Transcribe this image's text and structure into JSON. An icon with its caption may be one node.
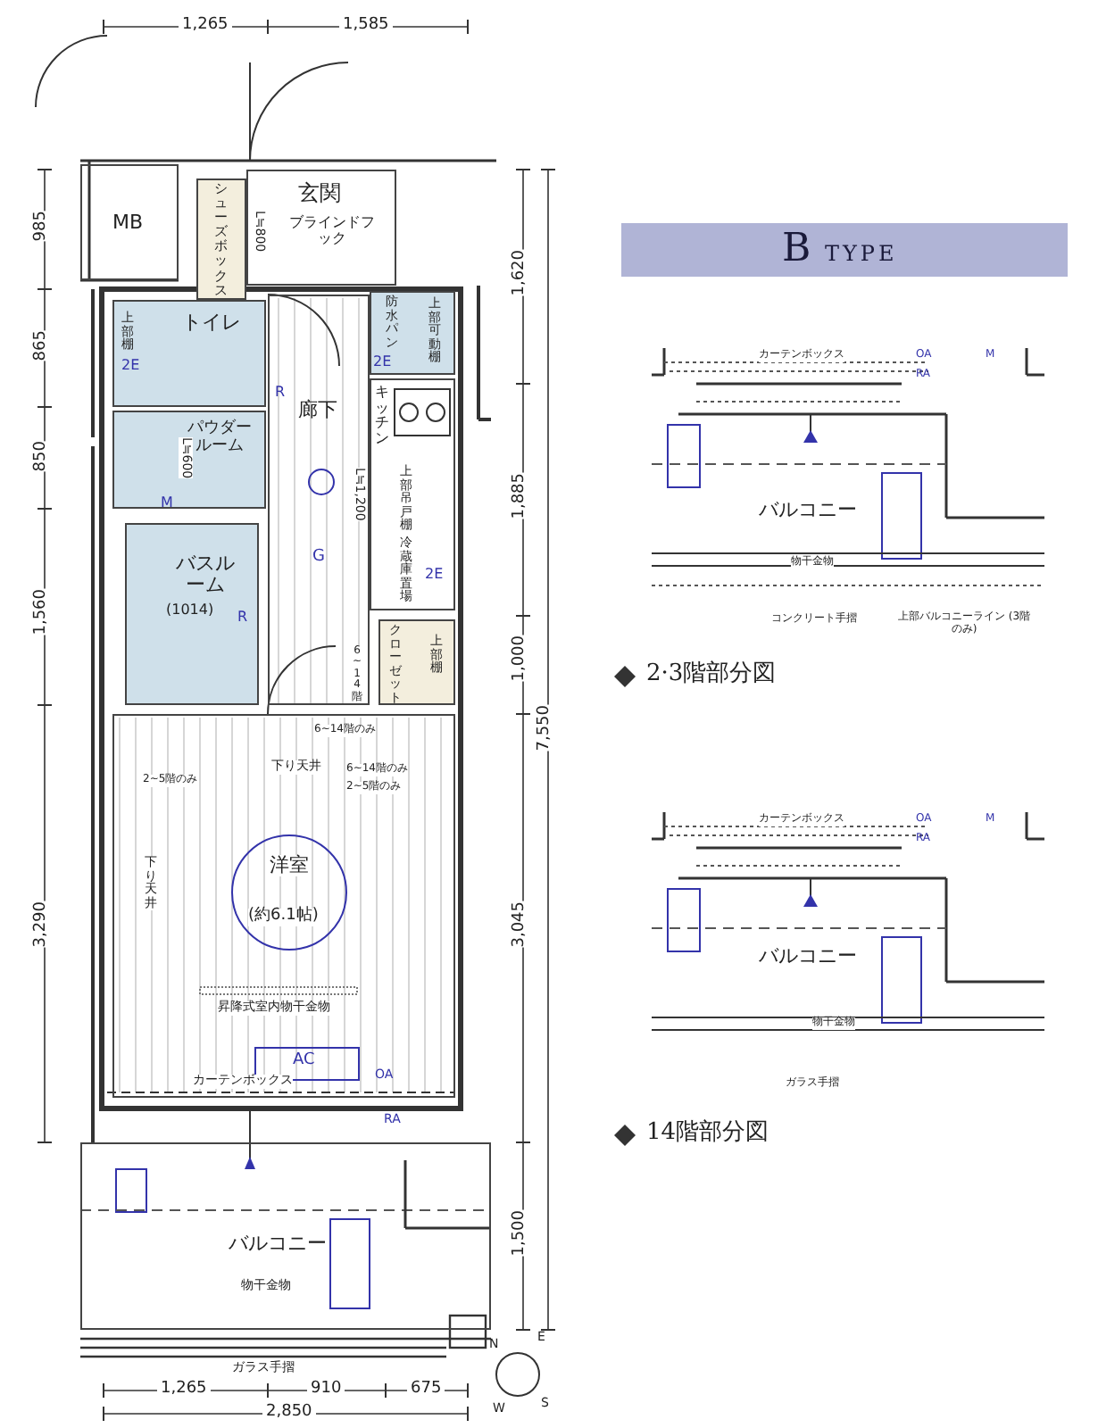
{
  "diagram": {
    "nodes": [
      {
        "text": [
          "MB"
        ]
      },
      {
        "text": [
          "シューズボックス"
        ]
      },
      {
        "text": [
          "玄関",
          "ブラインドフック"
        ]
      },
      {
        "text": [
          "上部棚",
          "トイレ"
        ]
      },
      {
        "text": [
          "防水パン",
          "上部可動棚"
        ]
      },
      {
        "text": [
          "パウダールーム"
        ]
      },
      {
        "text": [
          "廊下"
        ]
      },
      {
        "text": [
          "キッチン",
          "上部吊戸棚",
          "冷蔵庫置場"
        ]
      },
      {
        "text": [
          "バスルーム",
          "(1014)"
        ]
      },
      {
        "text": [
          "クローゼット",
          "上部棚"
        ]
      },
      {
        "text": [
          "洋室",
          "(約6.1帖)"
        ]
      },
      {
        "text": [
          "バルコニー"
        ]
      },
      {
        "text": [
          "B TYPE"
        ]
      }
    ],
    "labels": [
      "1,265",
      "1,585",
      "985",
      "865",
      "850",
      "1,560",
      "3,290",
      "1,620",
      "1,885",
      "1,000",
      "7,550",
      "3,045",
      "1,500",
      "1,265",
      "910",
      "675",
      "2,850",
      "L≒800",
      "L≒600",
      "L≒1,200",
      "R",
      "R",
      "M",
      "G",
      "2E",
      "2E",
      "2E",
      "6~14階",
      "6~14階のみ",
      "下り天井",
      "2~5階のみ",
      "6~14階のみ",
      "2~5階のみ",
      "下り天井",
      "昇降式室内物干金物",
      "AC",
      "カーテンボックス",
      "OA",
      "RA",
      "物干金物",
      "ガラス手摺",
      "N",
      "E",
      "S",
      "W",
      "カーテンボックス",
      "OA",
      "RA",
      "M",
      "バルコニー",
      "物干金物",
      "コンクリート手摺",
      "上部バルコニーライン (3階のみ)",
      "2·3階部分図",
      "カーテンボックス",
      "OA",
      "RA",
      "M",
      "バルコニー",
      "物干金物",
      "ガラス手摺",
      "14階部分図"
    ]
  }
}
